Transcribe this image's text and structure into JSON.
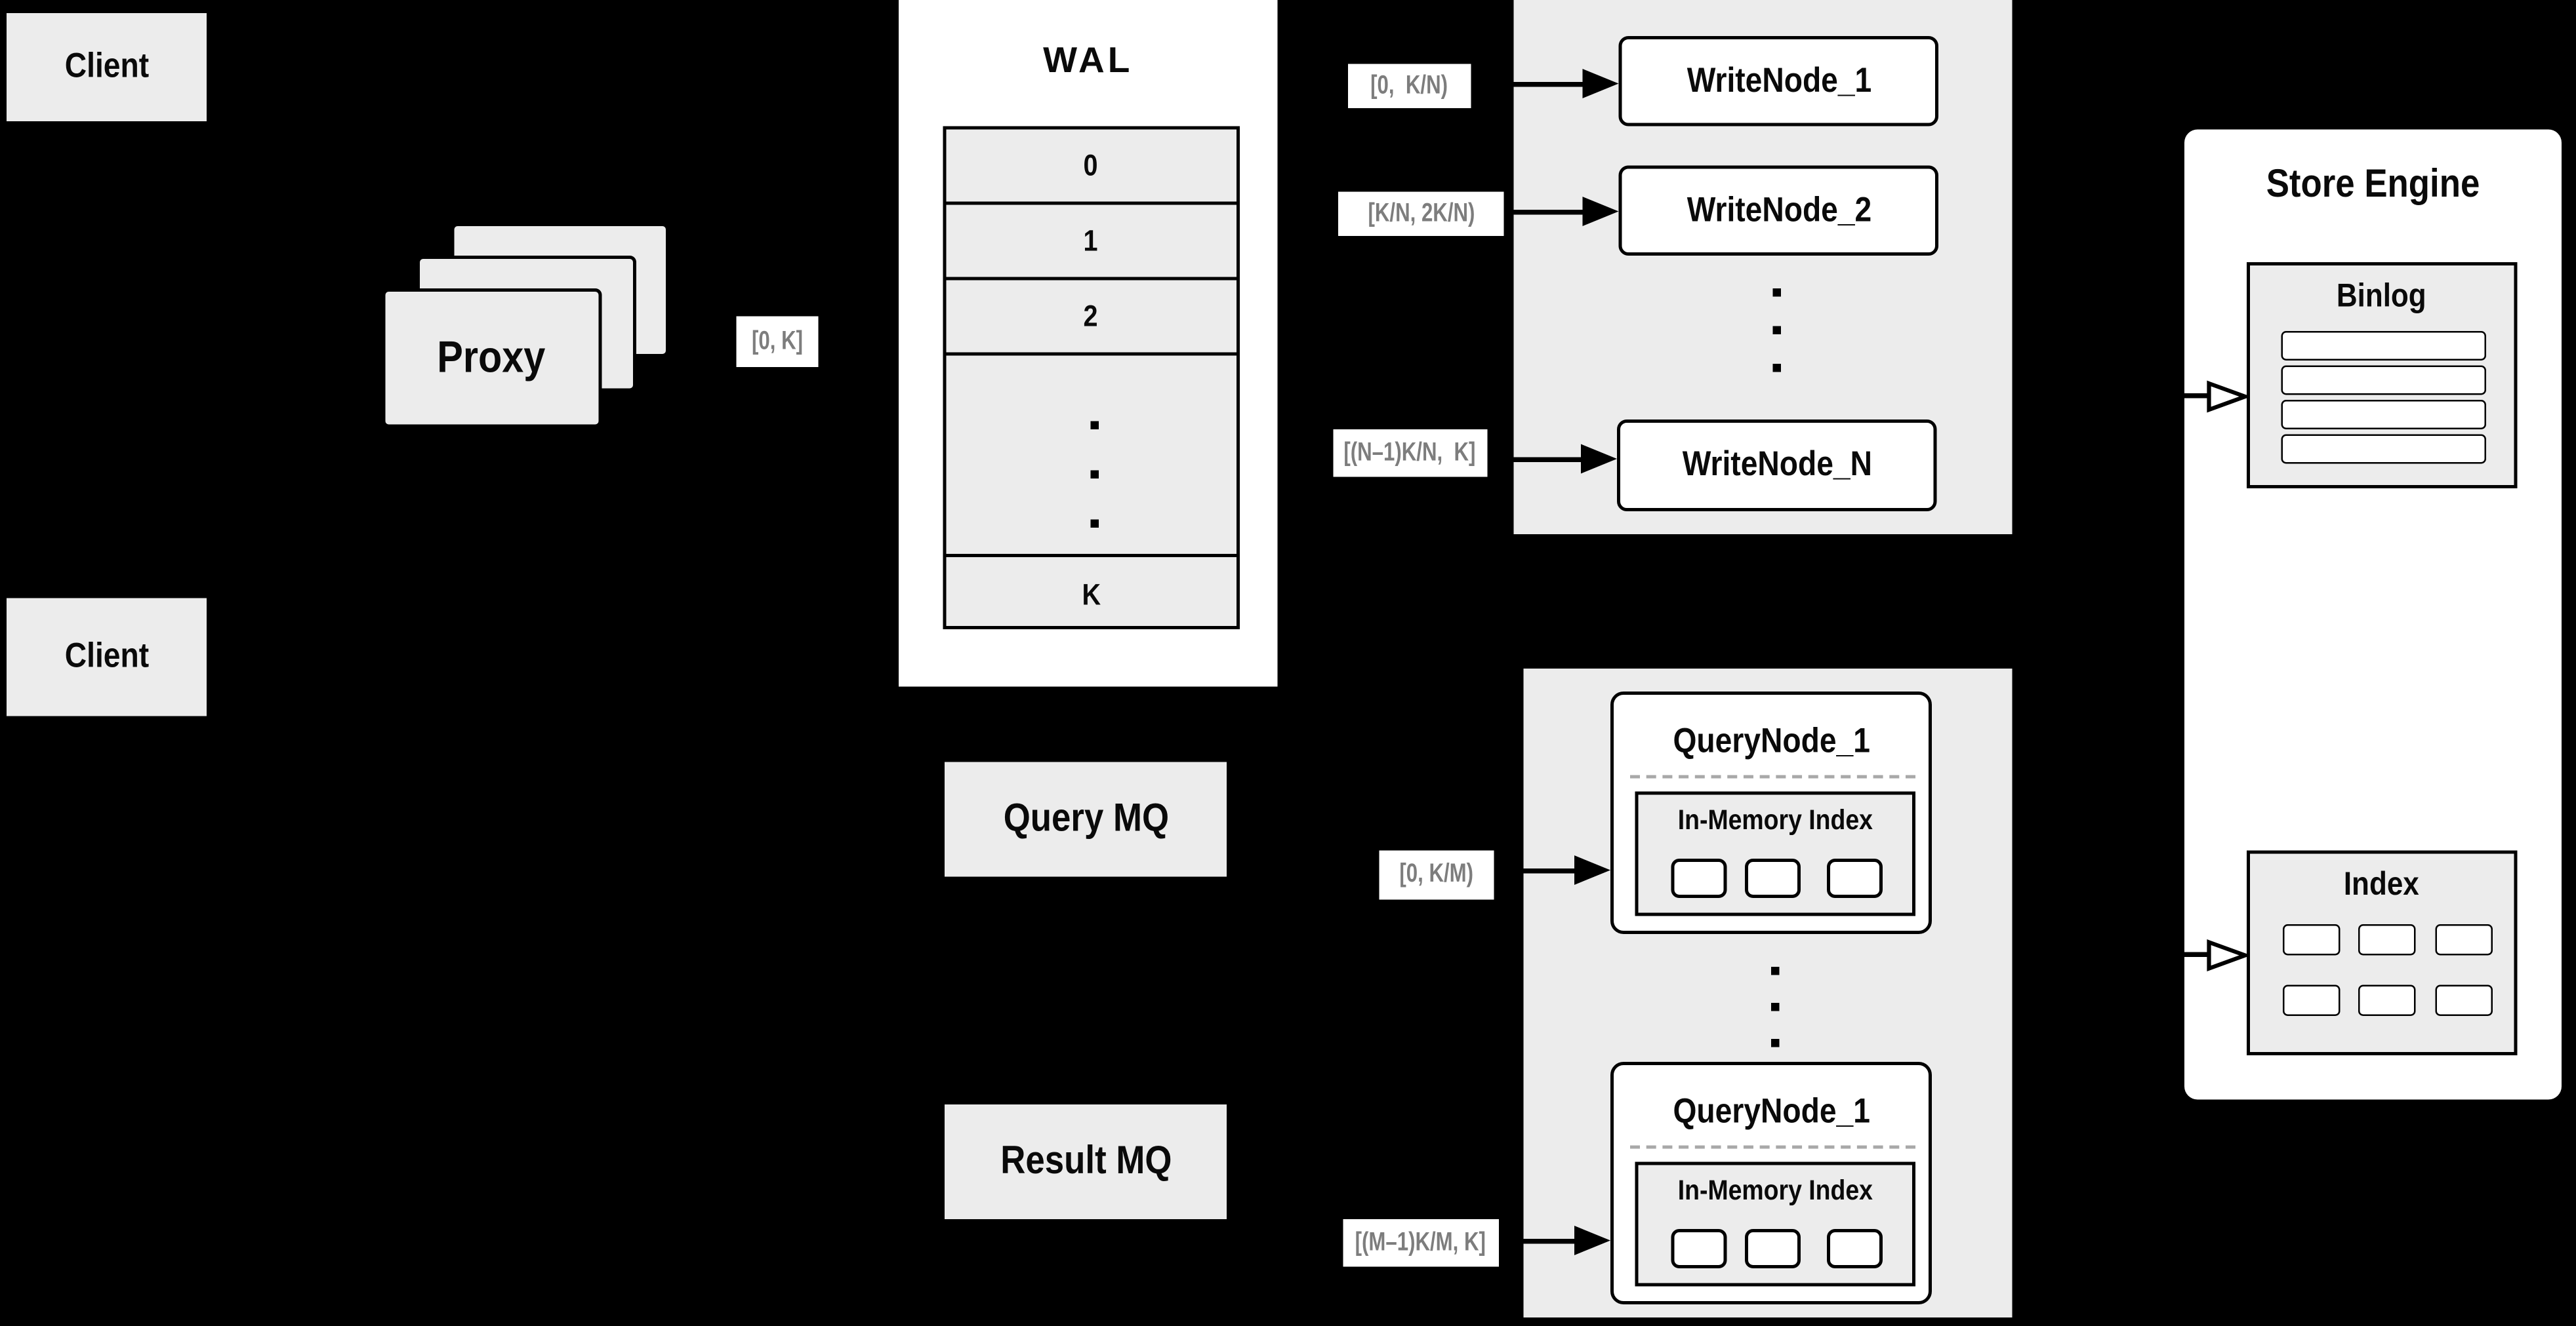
{
  "colors": {
    "background": "#000000",
    "panel_gray": "#ececec",
    "panel_white": "#ffffff",
    "line_black": "#000000",
    "range_text_gray": "#7d7d7d",
    "dashed_gray": "#a8a8a8"
  },
  "client_top": {
    "label": "Client"
  },
  "client_bottom": {
    "label": "Client"
  },
  "proxy": {
    "label": "Proxy",
    "range_out": "[0, K]"
  },
  "wal": {
    "title": "WAL",
    "rows": [
      "0",
      "1",
      "2",
      "K"
    ]
  },
  "write_cluster": {
    "nodes": [
      {
        "label": "WriteNode_1",
        "range": "[0,  K/N)"
      },
      {
        "label": "WriteNode_2",
        "range": "[K/N, 2K/N)"
      },
      {
        "label": "WriteNode_N",
        "range": "[(N–1)K/N,  K]"
      }
    ]
  },
  "mq": {
    "query_label": "Query MQ",
    "result_label": "Result MQ"
  },
  "query_cluster": {
    "nodes": [
      {
        "label": "QueryNode_1",
        "inner_label": "In-Memory Index",
        "range": "[0, K/M)"
      },
      {
        "label": "QueryNode_1",
        "inner_label": "In-Memory Index",
        "range": "[(M–1)K/M, K]"
      }
    ]
  },
  "store_engine": {
    "title": "Store Engine",
    "binlog_title": "Binlog",
    "index_title": "Index"
  }
}
